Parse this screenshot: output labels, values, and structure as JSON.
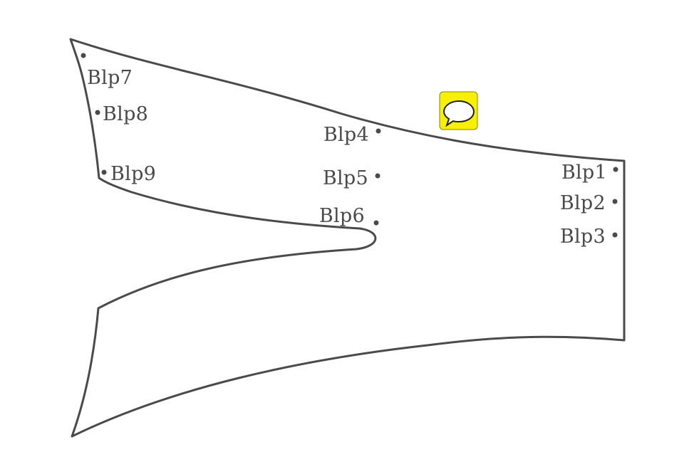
{
  "diagram": {
    "points": [
      {
        "id": "blp1",
        "label": "Blp1"
      },
      {
        "id": "blp2",
        "label": "Blp2"
      },
      {
        "id": "blp3",
        "label": "Blp3"
      },
      {
        "id": "blp4",
        "label": "Blp4"
      },
      {
        "id": "blp5",
        "label": "Blp5"
      },
      {
        "id": "blp6",
        "label": "Blp6"
      },
      {
        "id": "blp7",
        "label": "Blp7"
      },
      {
        "id": "blp8",
        "label": "Blp8"
      },
      {
        "id": "blp9",
        "label": "Blp9"
      }
    ]
  },
  "colors": {
    "outline": "#4a4a4a",
    "note_background": "#f7f000"
  },
  "icons": {
    "note": "speech-bubble-icon"
  }
}
